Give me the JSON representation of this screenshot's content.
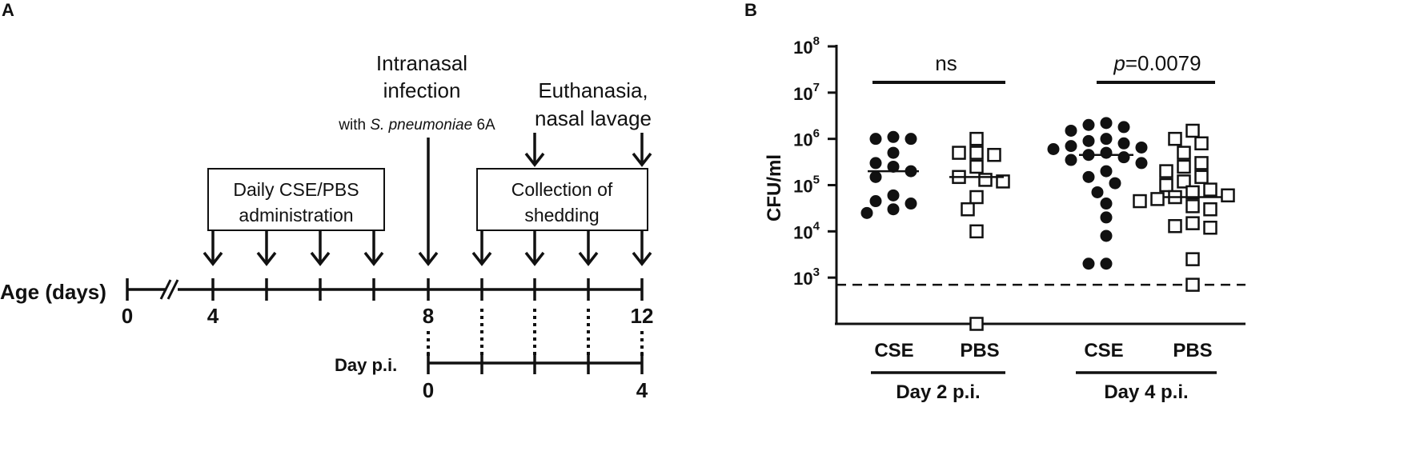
{
  "panel_a": {
    "label": "A",
    "axis_label": "Age (days)",
    "age_ticks": [
      "0",
      "4",
      "8",
      "12"
    ],
    "dpi_label": "Day p.i.",
    "dpi_ticks": [
      "0",
      "4"
    ],
    "box_cse": [
      "Daily CSE/PBS",
      "administration"
    ],
    "box_shed": [
      "Collection of",
      "shedding"
    ],
    "infection": {
      "line1": "Intranasal",
      "line2": "infection",
      "with_prefix": "with ",
      "species": "S. pneumoniae",
      "serotype": " 6A"
    },
    "euthanasia": [
      "Euthanasia,",
      "nasal lavage"
    ]
  },
  "panel_b": {
    "label": "B",
    "colors": {
      "ink": "#111111",
      "open_fill": "#ffffff"
    }
  },
  "chart_data": {
    "type": "scatter",
    "ylabel": "CFU/ml",
    "yscale": "log",
    "ylim": [
      100.0,
      100000000.0
    ],
    "ytick_labels": [
      {
        "base": "10",
        "exp": "3",
        "value": 1000
      },
      {
        "base": "10",
        "exp": "4",
        "value": 10000
      },
      {
        "base": "10",
        "exp": "5",
        "value": 100000
      },
      {
        "base": "10",
        "exp": "6",
        "value": 1000000
      },
      {
        "base": "10",
        "exp": "7",
        "value": 10000000
      },
      {
        "base": "10",
        "exp": "8",
        "value": 100000000
      }
    ],
    "detection_limit": 700,
    "groups": [
      {
        "name": "Day 2 p.i.",
        "significance": "ns",
        "pvalue_prefix": "",
        "pvalue_rest": ""
      },
      {
        "name": "Day 4 p.i.",
        "significance": "",
        "pvalue_prefix": "p",
        "pvalue_rest": "=0.0079"
      }
    ],
    "series": [
      {
        "name": "CSE",
        "group": 0,
        "marker": "filled-circle",
        "median": 200000,
        "values": [
          1000000,
          1100000,
          500000,
          1000000,
          300000,
          250000,
          150000,
          200000,
          60000,
          40000,
          45000,
          30000,
          25000
        ]
      },
      {
        "name": "PBS",
        "group": 0,
        "marker": "open-square",
        "median": 150000,
        "values": [
          500000,
          1000000,
          450000,
          500000,
          250000,
          120000,
          150000,
          130000,
          55000,
          30000,
          10000,
          100
        ]
      },
      {
        "name": "CSE",
        "group": 1,
        "marker": "filled-circle",
        "median": 450000,
        "values": [
          2200000,
          2000000,
          1800000,
          1500000,
          1000000,
          900000,
          800000,
          700000,
          650000,
          600000,
          500000,
          450000,
          400000,
          350000,
          300000,
          200000,
          150000,
          110000,
          70000,
          40000,
          20000,
          8000,
          2000,
          2000
        ]
      },
      {
        "name": "PBS",
        "group": 1,
        "marker": "open-square",
        "median": 55000,
        "values": [
          1500000,
          1000000,
          800000,
          500000,
          300000,
          250000,
          200000,
          150000,
          120000,
          100000,
          80000,
          70000,
          60000,
          55000,
          50000,
          45000,
          35000,
          30000,
          15000,
          13000,
          12000,
          2500,
          700
        ]
      }
    ]
  }
}
